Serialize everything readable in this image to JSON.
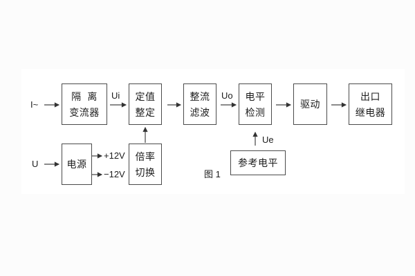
{
  "page": {
    "background_color": "#fcfcfc",
    "figure_background_color": "#ffffff",
    "line_color": "#444444",
    "text_color": "#1c1c1c"
  },
  "figure": {
    "caption": "图 1",
    "inputs": {
      "ac_current": "I~",
      "voltage": "U"
    },
    "signals": {
      "ui": "Ui",
      "uo": "Uo",
      "ue": "Ue",
      "plus_rail": "+12V",
      "minus_rail": "−12V"
    },
    "blocks": {
      "isolation": {
        "line1": "隔  离",
        "line2": "变流器"
      },
      "setting": {
        "line1": "定值",
        "line2": "整定"
      },
      "rectify": {
        "line1": "整流",
        "line2": "滤波"
      },
      "level": {
        "line1": "电平",
        "line2": "检测"
      },
      "drive": {
        "line1": "驱动"
      },
      "output": {
        "line1": "出口",
        "line2": "继电器"
      },
      "power": {
        "line1": "电源"
      },
      "ratio": {
        "line1": "倍率",
        "line2": "切换"
      },
      "reference": {
        "line1": "参考电平"
      }
    }
  }
}
